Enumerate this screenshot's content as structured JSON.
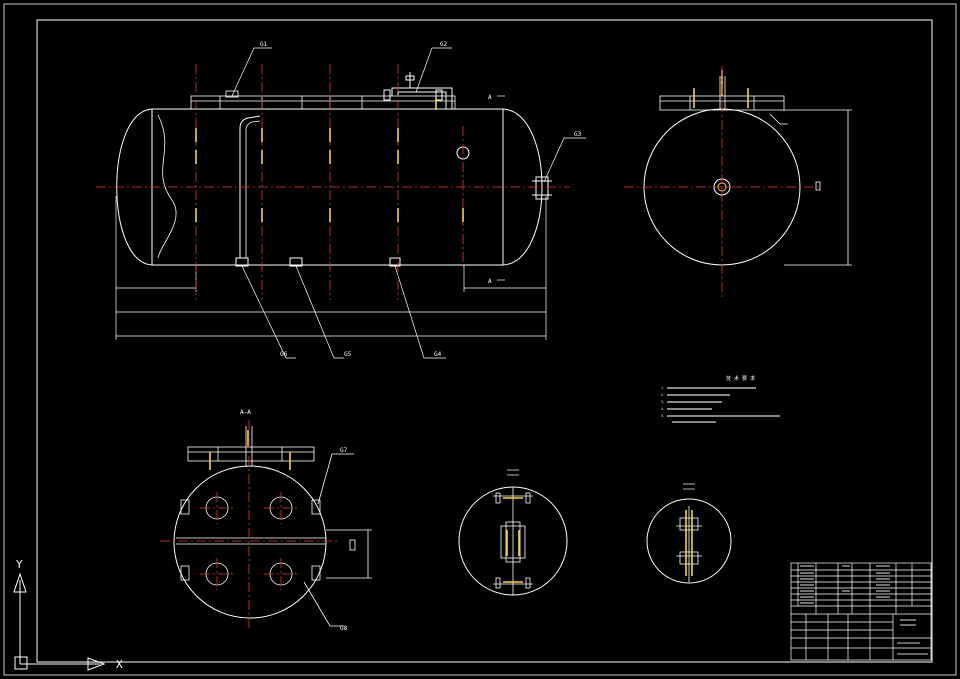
{
  "drawing": {
    "callouts": {
      "g1": "G1",
      "g2": "G2",
      "g3": "G3",
      "g4": "G4",
      "g5": "G5",
      "g6": "G6",
      "g7": "G7",
      "g8": "G8"
    },
    "section_marks": {
      "a_top": "A",
      "a_bottom": "A",
      "view_aa": "A—A"
    },
    "notes_title": "技 术 要 求",
    "notes_numbers": [
      "1.",
      "2.",
      "3.",
      "4.",
      "5."
    ],
    "ucs": {
      "y_axis": "Y",
      "x_axis": "X"
    }
  },
  "colors": {
    "background": "#000000",
    "line": "#ffffff",
    "centerline": "#e53a2e",
    "accent": "#ffd23c"
  }
}
